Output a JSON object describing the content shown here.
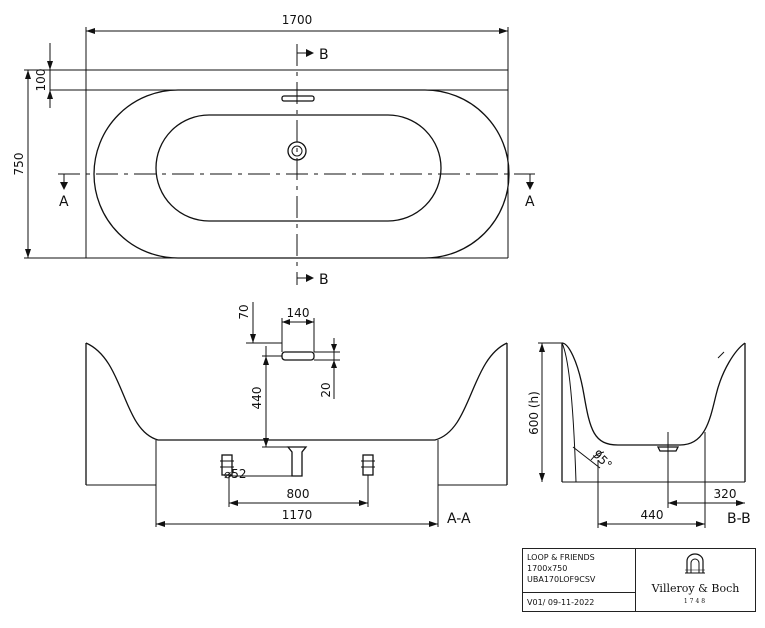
{
  "plan": {
    "width_dim": "1700",
    "depth_dim": "750",
    "rim_dim": "100",
    "section_mark_b": "B",
    "section_mark_a": "A"
  },
  "section_aa": {
    "dim_70": "70",
    "dim_140": "140",
    "dim_440": "440",
    "dim_20": "20",
    "dim_waste": "⌀52",
    "dim_800": "800",
    "dim_1170": "1170",
    "section_label": "A-A"
  },
  "section_bb": {
    "height_dim": "600 (h)",
    "angle_dim": "95°",
    "dim_320": "320",
    "dim_440": "440",
    "section_label": "B-B"
  },
  "title_block": {
    "product": "LOOP & FRIENDS",
    "size": "1700x750",
    "article": "UBA170LOF9CSV",
    "version": "V01/ 09-11-2022",
    "brand": "Villeroy & Boch",
    "year": "1748"
  }
}
